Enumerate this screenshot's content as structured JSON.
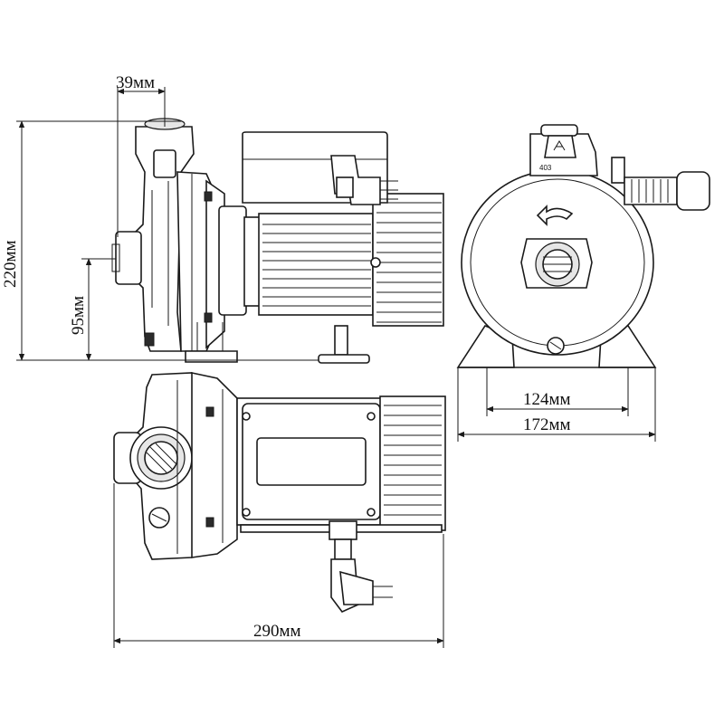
{
  "dimensions": {
    "inlet_offset": "39мм",
    "total_height": "220мм",
    "shaft_height": "95мм",
    "foot_spacing": "124мм",
    "base_width": "172мм",
    "total_length": "290мм"
  },
  "markings": {
    "motor_rating": "403"
  },
  "colors": {
    "line": "#1a1a1a",
    "background": "#ffffff"
  }
}
